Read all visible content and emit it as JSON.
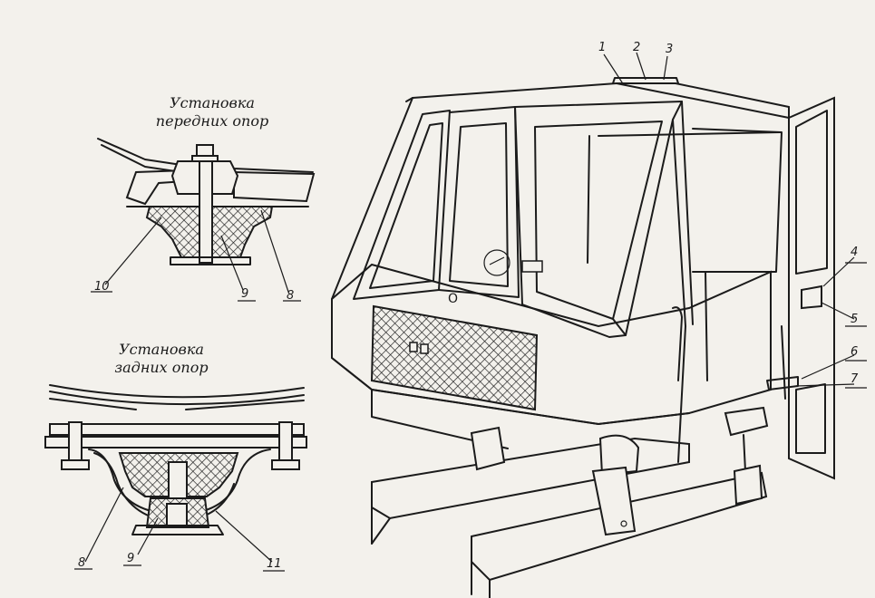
{
  "captions": {
    "front_mounts": [
      "Установка",
      "передних опор"
    ],
    "rear_mounts": [
      "Установка",
      "задних опор"
    ]
  },
  "callouts": {
    "front_detail": [
      "10",
      "9",
      "8"
    ],
    "rear_detail": [
      "8",
      "9",
      "11"
    ],
    "cab": [
      "1",
      "2",
      "3",
      "4",
      "5",
      "6",
      "7"
    ]
  },
  "colors": {
    "ink": "#1b1b1b",
    "paper": "#f3f1ec"
  }
}
